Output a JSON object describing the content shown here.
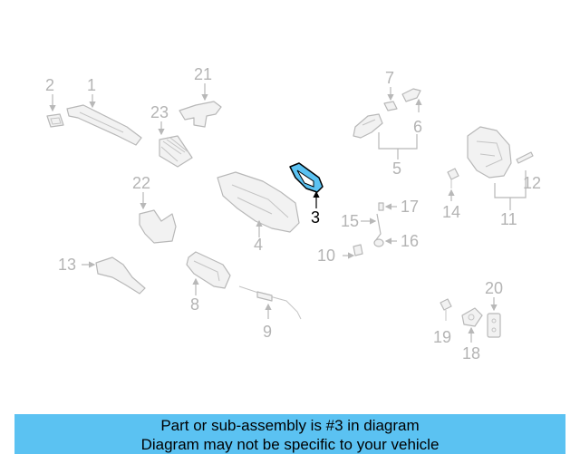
{
  "diagram": {
    "highlight_color": "#5bc2f2",
    "highlighted_part": "3",
    "callouts": [
      "1",
      "2",
      "3",
      "4",
      "5",
      "6",
      "7",
      "8",
      "9",
      "10",
      "11",
      "12",
      "13",
      "14",
      "15",
      "16",
      "17",
      "18",
      "19",
      "20",
      "21",
      "22",
      "23"
    ]
  },
  "caption": {
    "line1": "Part or sub-assembly is #3 in diagram",
    "line2": "Diagram may not be specific to your vehicle",
    "background": "#5bc2f2"
  }
}
